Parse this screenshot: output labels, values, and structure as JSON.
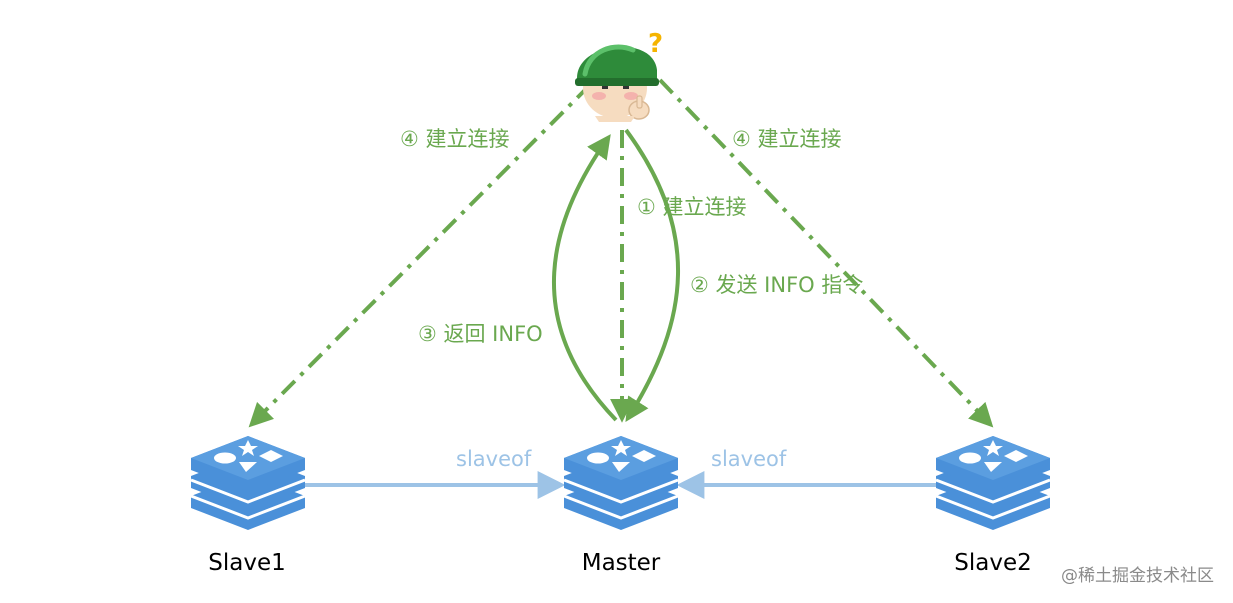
{
  "colors": {
    "connection": "#6aa84f",
    "replication": "#9dc3e6",
    "server_icon": "#4a90d9",
    "node_label": "#000000",
    "watermark": "#8a8a8a"
  },
  "icons": {
    "sentinel": "sentinel-avatar-icon",
    "server": "redis-server-icon",
    "question": "question-mark-icon"
  },
  "sentinel": {
    "question_mark": "?"
  },
  "nodes": {
    "slave1": {
      "label": "Slave1"
    },
    "master": {
      "label": "Master"
    },
    "slave2": {
      "label": "Slave2"
    }
  },
  "edges": {
    "left_connect": "④ 建立连接",
    "right_connect": "④ 建立连接",
    "master_connect": "① 建立连接",
    "send_info": "② 发送 INFO 指令",
    "return_info": "③ 返回 INFO",
    "slaveof_left": "slaveof",
    "slaveof_right": "slaveof"
  },
  "watermark": "@稀土掘金技术社区"
}
